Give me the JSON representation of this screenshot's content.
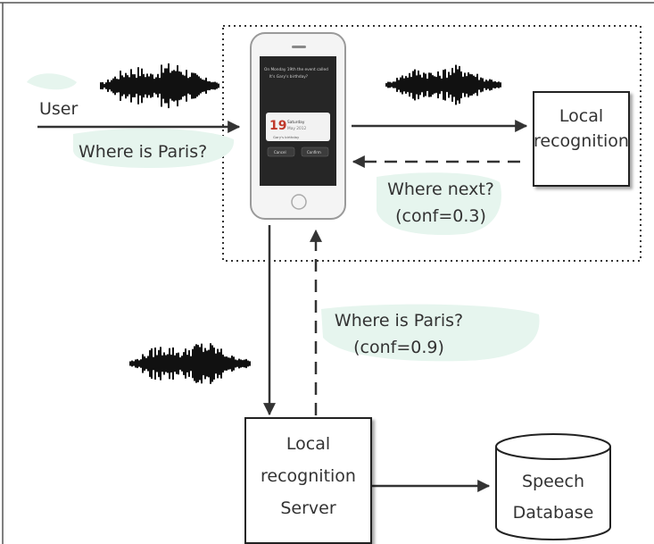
{
  "diagram": {
    "user_label": "User",
    "query_text": "Where is Paris?",
    "local_box_line1": "Local",
    "local_box_line2": "recognition",
    "local_result_line1": "Where next?",
    "local_result_line2": "(conf=0.3)",
    "server_result_line1": "Where is Paris?",
    "server_result_line2": "(conf=0.9)",
    "server_box_line1": "Local",
    "server_box_line2": "recognition",
    "server_box_line3": "Server",
    "db_line1": "Speech",
    "db_line2": "Database",
    "phone_screen": {
      "notification_line1": "On Monday 19th the event called",
      "notification_line2": "It's Gary's birthday?",
      "date_number": "19",
      "date_day": "Saturday",
      "date_month": "May 2012",
      "calendar_item": "Gary's birthday",
      "button_cancel": "Cancel",
      "button_confirm": "Confirm"
    }
  },
  "colors": {
    "highlight": "#e6f5ee",
    "line": "#333333",
    "box_border": "#222222"
  }
}
